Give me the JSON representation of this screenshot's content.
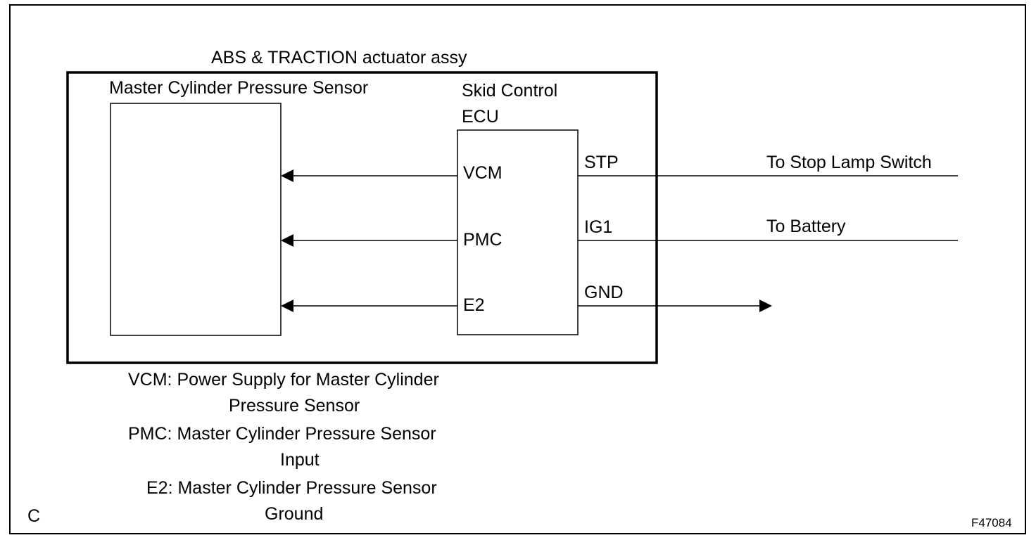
{
  "actuator": {
    "title": "ABS & TRACTION actuator assy"
  },
  "sensor": {
    "title": "Master Cylinder Pressure Sensor"
  },
  "ecu": {
    "title_line1": "Skid Control",
    "title_line2": "ECU"
  },
  "ecu_pins_left": [
    "VCM",
    "PMC",
    "E2"
  ],
  "ecu_pins_right": [
    "STP",
    "IG1",
    "GND"
  ],
  "destinations": {
    "stp": "To Stop Lamp Switch",
    "ig1": "To Battery"
  },
  "legend": {
    "vcm_line1": "VCM: Power Supply for Master Cylinder",
    "vcm_line2": "Pressure Sensor",
    "pmc_line1": "PMC: Master Cylinder Pressure Sensor",
    "pmc_line2": "Input",
    "e2_line1": "E2: Master Cylinder Pressure Sensor",
    "e2_line2": "Ground"
  },
  "corner_letter": "C",
  "figure_id": "F47084"
}
